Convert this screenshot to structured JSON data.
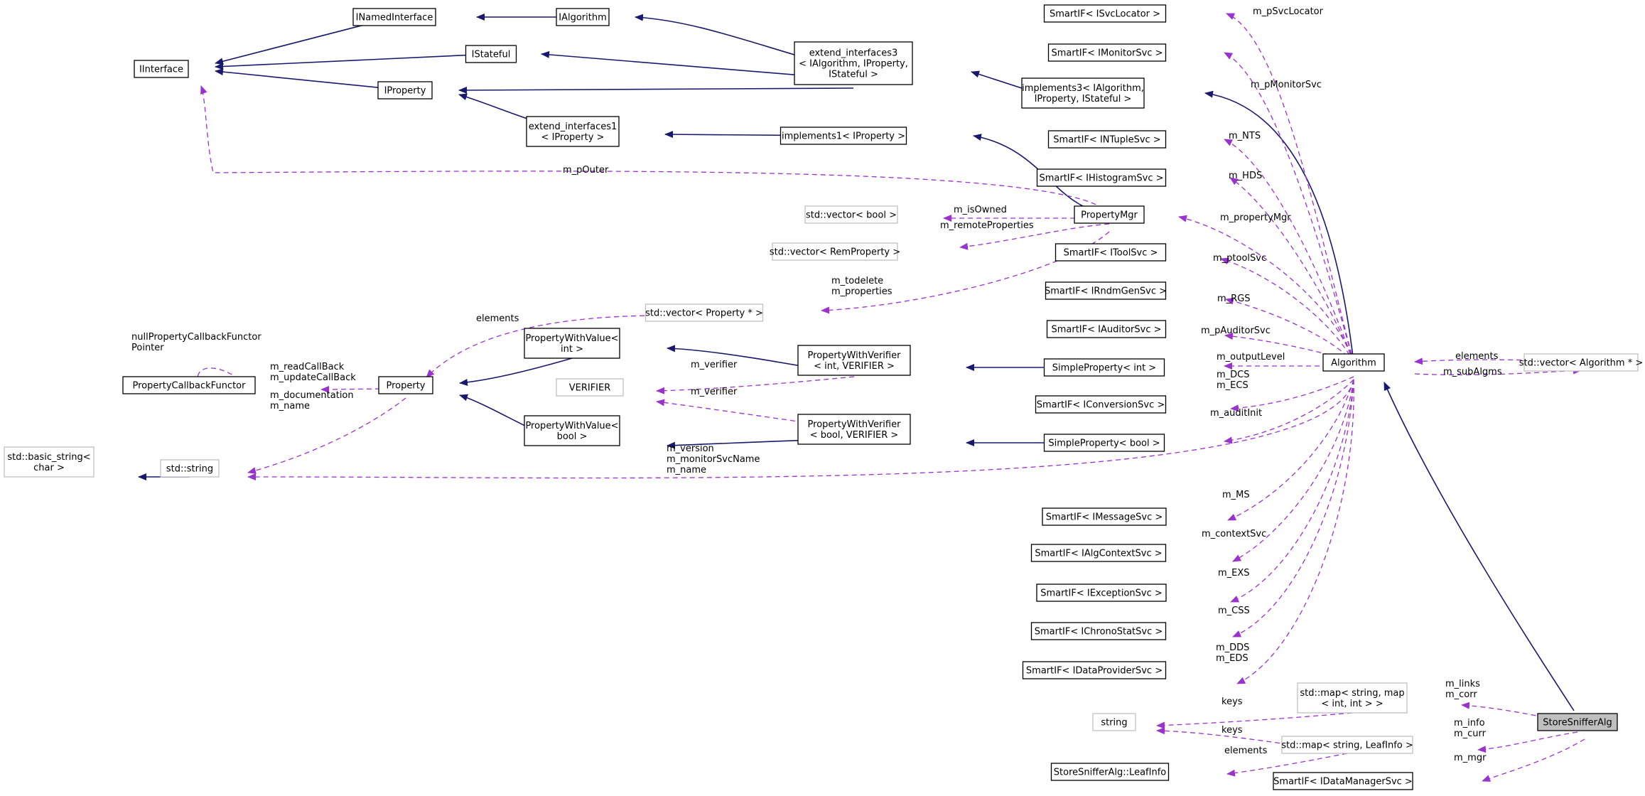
{
  "colors": {
    "inherit": "#191970",
    "usage": "#9a32cd",
    "box_border": "#000000",
    "external_border": "#bfbfbf",
    "highlight": "#bfbfbf",
    "background": "#ffffff"
  },
  "nodes": {
    "IInterface": [
      "IInterface"
    ],
    "INamedInterface": [
      "INamedInterface"
    ],
    "IAlgorithm": [
      "IAlgorithm"
    ],
    "IStateful": [
      "IStateful"
    ],
    "IProperty": [
      "IProperty"
    ],
    "extend_interfaces3": [
      "extend_interfaces3",
      "< IAlgorithm, IProperty,",
      "IStateful >"
    ],
    "implements3": [
      "implements3< IAlgorithm,",
      "IProperty, IStateful >"
    ],
    "extend_interfaces1": [
      "extend_interfaces1",
      "< IProperty >"
    ],
    "implements1": [
      "implements1< IProperty >"
    ],
    "PropertyMgr": [
      "PropertyMgr"
    ],
    "vector_bool": [
      "std::vector< bool >"
    ],
    "vector_remprop": [
      "std::vector< RemProperty >"
    ],
    "vector_property": [
      "std::vector< Property * >"
    ],
    "PropertyCallbackFunctor": [
      "PropertyCallbackFunctor"
    ],
    "Property": [
      "Property"
    ],
    "PropertyWithValue_int": [
      "PropertyWithValue<",
      "int >"
    ],
    "PropertyWithValue_bool": [
      "PropertyWithValue<",
      "bool >"
    ],
    "PropertyWithVerifier_int": [
      "PropertyWithVerifier",
      "< int, VERIFIER >"
    ],
    "PropertyWithVerifier_bool": [
      "PropertyWithVerifier",
      "< bool, VERIFIER >"
    ],
    "VERIFIER": [
      "VERIFIER"
    ],
    "SimpleProperty_int": [
      "SimpleProperty< int >"
    ],
    "SimpleProperty_bool": [
      "SimpleProperty< bool >"
    ],
    "basic_string": [
      "std::basic_string<",
      "char >"
    ],
    "std_string": [
      "std::string"
    ],
    "SmartIF_ISvcLocator": [
      "SmartIF< ISvcLocator >"
    ],
    "SmartIF_IMonitorSvc": [
      "SmartIF< IMonitorSvc >"
    ],
    "SmartIF_INTupleSvc": [
      "SmartIF< INTupleSvc >"
    ],
    "SmartIF_IHistogramSvc": [
      "SmartIF< IHistogramSvc >"
    ],
    "SmartIF_IToolSvc": [
      "SmartIF< IToolSvc >"
    ],
    "SmartIF_IRndmGenSvc": [
      "SmartIF< IRndmGenSvc >"
    ],
    "SmartIF_IAuditorSvc": [
      "SmartIF< IAuditorSvc >"
    ],
    "SmartIF_IConversionSvc": [
      "SmartIF< IConversionSvc >"
    ],
    "SmartIF_IMessageSvc": [
      "SmartIF< IMessageSvc >"
    ],
    "SmartIF_IAlgContextSvc": [
      "SmartIF< IAlgContextSvc >"
    ],
    "SmartIF_IExceptionSvc": [
      "SmartIF< IExceptionSvc >"
    ],
    "SmartIF_IChronoStatSvc": [
      "SmartIF< IChronoStatSvc >"
    ],
    "SmartIF_IDataProviderSvc": [
      "SmartIF< IDataProviderSvc >"
    ],
    "Algorithm": [
      "Algorithm"
    ],
    "vector_algorithm": [
      "std::vector< Algorithm * >"
    ],
    "map_links": [
      "std::map< string, map",
      "< int, int > >"
    ],
    "string": [
      "string"
    ],
    "map_leafinfo": [
      "std::map< string, LeafInfo >"
    ],
    "LeafInfo": [
      "StoreSnifferAlg::LeafInfo"
    ],
    "SmartIF_IDataManagerSvc": [
      "SmartIF< IDataManagerSvc >"
    ],
    "StoreSnifferAlg": [
      "StoreSnifferAlg"
    ]
  },
  "edge_labels": {
    "m_pSvcLocator": [
      "m_pSvcLocator"
    ],
    "m_pMonitorSvc": [
      "m_pMonitorSvc"
    ],
    "m_NTS": [
      "m_NTS"
    ],
    "m_HDS": [
      "m_HDS"
    ],
    "m_propertyMgr": [
      "m_propertyMgr"
    ],
    "m_ptoolSvc": [
      "m_ptoolSvc"
    ],
    "m_RGS": [
      "m_RGS"
    ],
    "m_pAuditorSvc": [
      "m_pAuditorSvc"
    ],
    "m_outputLevel": [
      "m_outputLevel"
    ],
    "m_DCS_ECS": [
      "m_DCS",
      "m_ECS"
    ],
    "m_auditInit": [
      "m_auditInit"
    ],
    "m_MS": [
      "m_MS"
    ],
    "m_contextSvc": [
      "m_contextSvc"
    ],
    "m_EXS": [
      "m_EXS"
    ],
    "m_CSS": [
      "m_CSS"
    ],
    "m_DDS_EDS": [
      "m_DDS",
      "m_EDS"
    ],
    "m_pOuter": [
      "m_pOuter"
    ],
    "m_isOwned": [
      "m_isOwned"
    ],
    "m_remoteProperties": [
      "m_remoteProperties"
    ],
    "m_todelete_props": [
      "m_todelete",
      "m_properties"
    ],
    "elements_property": [
      "elements"
    ],
    "nullCallback": [
      "nullPropertyCallbackFunctor",
      "Pointer"
    ],
    "m_callbacks": [
      "m_readCallBack",
      "m_updateCallBack"
    ],
    "m_doc_name": [
      "m_documentation",
      "m_name"
    ],
    "m_verifier_int": [
      "m_verifier"
    ],
    "m_verifier_bool": [
      "m_verifier"
    ],
    "m_version_names": [
      "m_version",
      "m_monitorSvcName",
      "m_name"
    ],
    "elements_alg": [
      "elements"
    ],
    "m_subAlgms": [
      "m_subAlgms"
    ],
    "m_links_corr": [
      "m_links",
      "m_corr"
    ],
    "keys_map": [
      "keys"
    ],
    "keys_leaf": [
      "keys"
    ],
    "m_info_curr": [
      "m_info",
      "m_curr"
    ],
    "elements_leaf": [
      "elements"
    ],
    "m_mgr": [
      "m_mgr"
    ]
  }
}
